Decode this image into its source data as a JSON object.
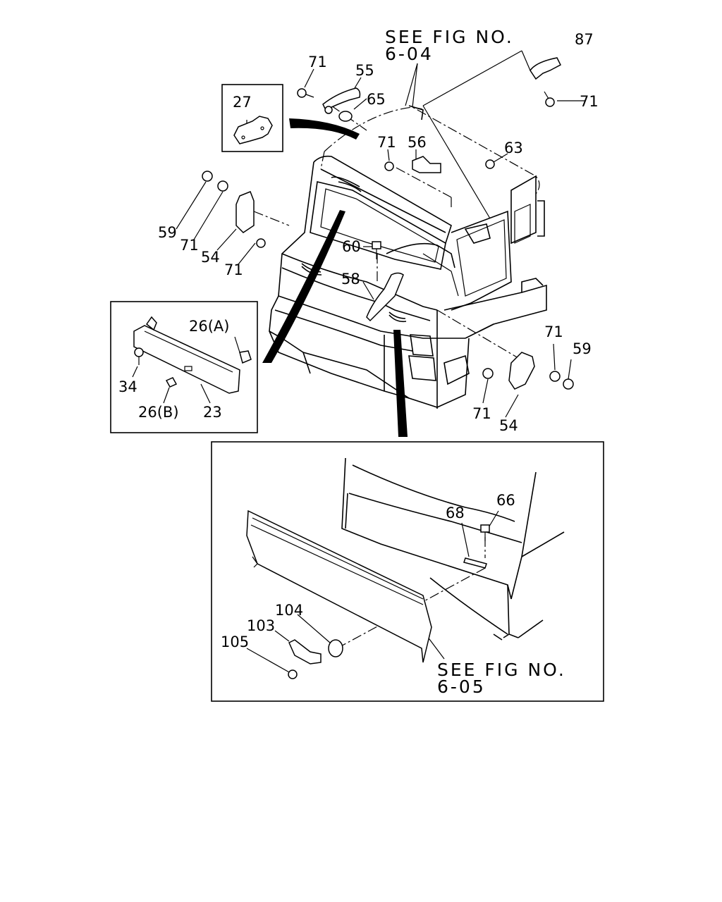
{
  "callouts": {
    "c87": "87",
    "c71_a": "71",
    "c55": "55",
    "c65": "65",
    "c27": "27",
    "c71_b": "71",
    "c56": "56",
    "c63": "63",
    "c71_c": "71",
    "c59_a": "59",
    "c71_d": "71",
    "c54_a": "54",
    "c71_e": "71",
    "c60": "60",
    "c58": "58",
    "c26a": "26(A)",
    "c34": "34",
    "c26b": "26(B)",
    "c23": "23",
    "c71_f": "71",
    "c59_b": "59",
    "c71_g": "71",
    "c54_b": "54",
    "c68": "68",
    "c66": "66",
    "c104": "104",
    "c103": "103",
    "c105": "105"
  },
  "references": {
    "top_line1": "SEE FIG NO.",
    "top_line2": "6-04",
    "bottom_line1": "SEE FIG NO.",
    "bottom_line2": "6-05"
  }
}
